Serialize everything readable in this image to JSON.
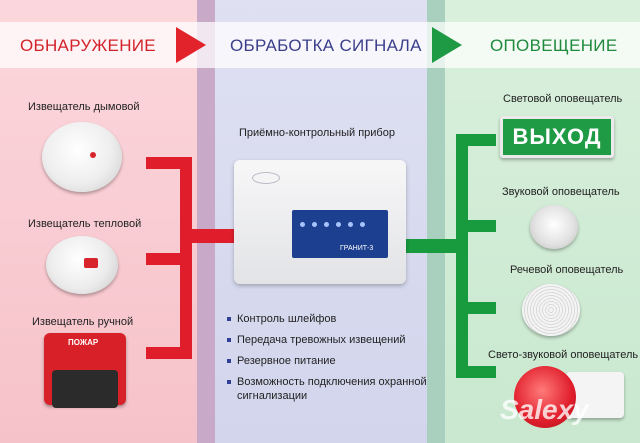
{
  "header": {
    "left": "ОБНАРУЖЕНИЕ",
    "middle": "ОБРАБОТКА СИГНАЛА",
    "right": "ОПОВЕЩЕНИЕ"
  },
  "detectors": {
    "smoke": "Извещатель дымовой",
    "heat": "Извещатель тепловой",
    "manual": "Извещатель ручной",
    "manual_sign": "ПОЖАР"
  },
  "panel": {
    "title": "Приёмно-контрольный прибор",
    "screen_text": "ГРАНИТ-3"
  },
  "functions": [
    "Контроль шлейфов",
    "Передача тревожных извещений",
    "Резервное питание",
    "Возможность подключения охранной сигнализации"
  ],
  "notifiers": {
    "light": "Световой оповещатель",
    "sound": "Звуковой оповещатель",
    "voice": "Речевой оповещатель",
    "light_sound": "Свето-звуковой оповещатель",
    "exit_sign": "ВЫХОД"
  },
  "watermark": "Salexy",
  "colors": {
    "detection": "#e01e2b",
    "processing": "#3b3f8a",
    "notification": "#189a3e"
  }
}
